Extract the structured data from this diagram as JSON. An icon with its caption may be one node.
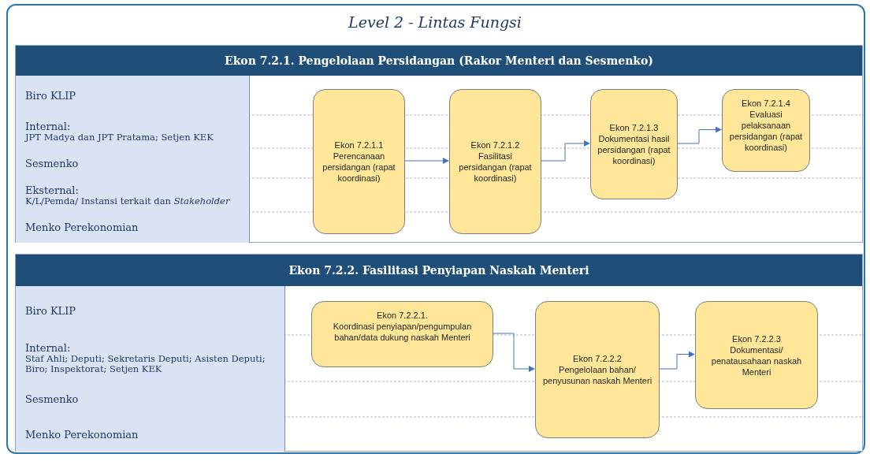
{
  "diagram": {
    "title": "Level 2 - Lintas Fungsi",
    "nodes": [
      {
        "text": [
          "Ekon 7.2.1. Pengelolaan Persidangan (Rakor Menteri dan Sesmenko)"
        ]
      },
      {
        "text": [
          "Biro KLIP"
        ],
        "in": 0
      },
      {
        "text": [
          "Internal:",
          "JPT Madya dan JPT Pratama; Setjen KEK"
        ],
        "in": 0
      },
      {
        "text": [
          "Sesmenko"
        ],
        "in": 0
      },
      {
        "text": [
          "Eksternal:",
          "K/L/Pemda/ Instansi terkait dan *Stakeholder*"
        ],
        "in": 0
      },
      {
        "text": [
          "Menko Perekonomian"
        ],
        "in": 0
      },
      {
        "text": [
          "Ekon 7.2.1.1",
          "Perencanaan persidangan (rapat koordinasi)"
        ],
        "in": 0
      },
      {
        "text": [
          "Ekon 7.2.1.2",
          "Fasilitasi persidangan (rapat koordinasi)"
        ],
        "in": 0
      },
      {
        "text": [
          "Ekon 7.2.1.3",
          "Dokumentasi hasil persidangan (rapat koordinasi)"
        ],
        "in": 0
      },
      {
        "text": [
          "Ekon 7.2.1.4",
          "Evaluasi pelaksanaan persidangan (rapat koordinasi)"
        ],
        "in": 0
      },
      {
        "text": [
          "Ekon 7.2.2. Fasilitasi Penyiapan Naskah Menteri"
        ]
      },
      {
        "text": [
          "Biro KLIP"
        ],
        "in": 10
      },
      {
        "text": [
          "Internal:",
          "Staf Ahli; Deputi; Sekretaris Deputi; Asisten Deputi; Biro; Inspektorat; Setjen KEK"
        ],
        "in": 10
      },
      {
        "text": [
          "Sesmenko"
        ],
        "in": 10
      },
      {
        "text": [
          "Menko Perekonomian"
        ],
        "in": 10
      },
      {
        "text": [
          "Ekon 7.2.2.1.",
          "Koordinasi penyiapan/pengumpulan bahan/data dukung naskah Menteri"
        ],
        "in": 10
      },
      {
        "text": [
          "Ekon 7.2.2.2",
          "Pengelolaan bahan/ penyusunan naskah Menteri"
        ],
        "in": 10
      },
      {
        "text": [
          "Ekon 7.2.2.3",
          "Dokumentasi/ penatausahaan naskah Menteri"
        ],
        "in": 10
      }
    ],
    "edges": [
      {
        "from": 6,
        "to": 7,
        "arrow": "to"
      },
      {
        "from": 7,
        "to": 8,
        "arrow": "to"
      },
      {
        "from": 8,
        "to": 9,
        "arrow": "to"
      },
      {
        "from": 15,
        "to": 16,
        "arrow": "to"
      },
      {
        "from": 16,
        "to": 17,
        "arrow": "to"
      }
    ]
  }
}
